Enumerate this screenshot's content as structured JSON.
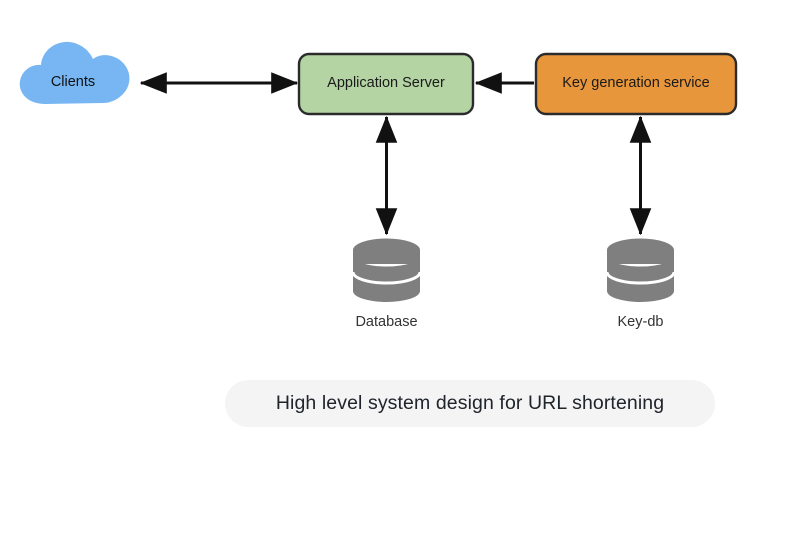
{
  "diagram": {
    "title": "High level system design for URL shortening",
    "background_color": "#ffffff",
    "nodes": {
      "clients": {
        "label": "Clients",
        "shape": "cloud",
        "fill_color": "#77b6f2",
        "text_color": "#111111"
      },
      "application_server": {
        "label": "Application Server",
        "shape": "rounded-rectangle",
        "fill_color": "#b4d4a4",
        "border_color": "#2b2b2b",
        "text_color": "#1a1a1a"
      },
      "key_generation_service": {
        "label": "Key generation service",
        "shape": "rounded-rectangle",
        "fill_color": "#e8963c",
        "border_color": "#2b2b2b",
        "text_color": "#1a1a1a"
      },
      "database": {
        "label": "Database",
        "shape": "cylinder-stack",
        "fill_color": "#7f7f7f",
        "text_color": "#333333"
      },
      "key_db": {
        "label": "Key-db",
        "shape": "cylinder-stack",
        "fill_color": "#7f7f7f",
        "text_color": "#333333"
      }
    },
    "edges": [
      {
        "id": "clients-appserver",
        "from": "clients",
        "to": "application_server",
        "direction": "bidirectional",
        "orientation": "horizontal",
        "color": "#111111"
      },
      {
        "id": "keygen-appserver",
        "from": "key_generation_service",
        "to": "application_server",
        "direction": "unidirectional",
        "orientation": "horizontal",
        "color": "#111111"
      },
      {
        "id": "appserver-database",
        "from": "application_server",
        "to": "database",
        "direction": "bidirectional",
        "orientation": "vertical",
        "color": "#111111"
      },
      {
        "id": "keygen-keydb",
        "from": "key_generation_service",
        "to": "key_db",
        "direction": "bidirectional",
        "orientation": "vertical",
        "color": "#111111"
      }
    ],
    "caption": {
      "text": "High level system design for URL shortening",
      "background_color": "#f4f4f4",
      "text_color": "#20242b"
    }
  }
}
